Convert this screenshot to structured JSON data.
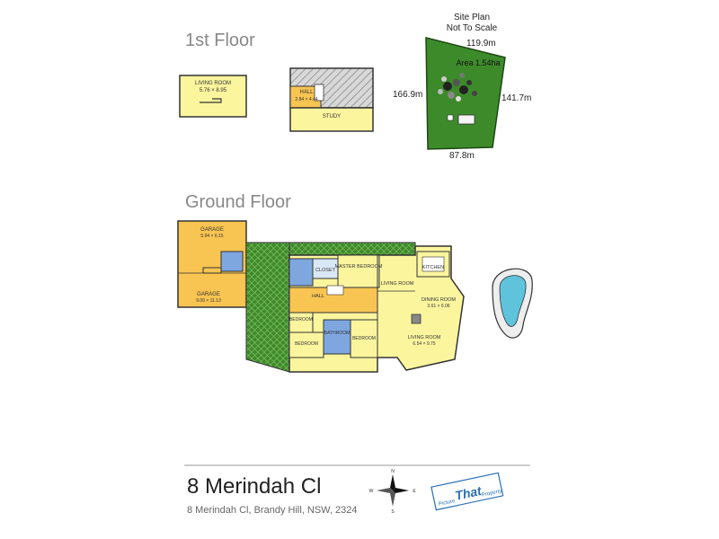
{
  "floors": {
    "first": {
      "heading": "1st Floor",
      "rooms": {
        "living_room": {
          "name": "LIVING ROOM",
          "dims": "5.76 × 8.95"
        },
        "hall": {
          "name": "HALL",
          "dims": "2.84 × 4.44"
        },
        "study": {
          "name": "STUDY"
        }
      }
    },
    "ground": {
      "heading": "Ground Floor",
      "rooms": {
        "garage_1": {
          "name": "GARAGE",
          "dims": "5.94 × 6.15"
        },
        "garage_2": {
          "name": "GARAGE",
          "dims": "9.09 × 11.13"
        },
        "closet": {
          "name": "CLOSET"
        },
        "master_bedroom": {
          "name": "MASTER BEDROOM"
        },
        "living_room_upper": {
          "name": "LIVING ROOM"
        },
        "kitchen": {
          "name": "KITCHEN"
        },
        "dining_room": {
          "name": "DINING ROOM",
          "dims": "3.61 × 6.06"
        },
        "living_room_main": {
          "name": "LIVING ROOM",
          "dims": "6.54 × 9.75"
        },
        "hall": {
          "name": "HALL"
        },
        "bedroom_1": {
          "name": "BEDROOM"
        },
        "bedroom_2": {
          "name": "BEDROOM"
        },
        "bedroom_3": {
          "name": "BEDROOM"
        },
        "bathroom": {
          "name": "BATHROOM"
        }
      }
    }
  },
  "site_plan": {
    "title_line1": "Site Plan",
    "title_line2": "Not To Scale",
    "area": "Area 1.54ha",
    "top": "119.9m",
    "left": "166.9m",
    "right": "141.7m",
    "bottom": "87.8m"
  },
  "address": {
    "title": "8 Merindah Cl",
    "subtitle": "8 Merindah Cl, Brandy Hill, NSW, 2324"
  },
  "brand": {
    "prefix": "Picture",
    "main": "That",
    "suffix": "Property"
  },
  "compass": {
    "n": "N",
    "s": "S",
    "e": "E",
    "w": "W"
  },
  "colors": {
    "room_yellow": "#fbf59e",
    "room_orange": "#f8c452",
    "room_blue": "#7ea7e0",
    "grass_green": "#3d8a2a",
    "pool_blue": "#5fc3dc"
  }
}
